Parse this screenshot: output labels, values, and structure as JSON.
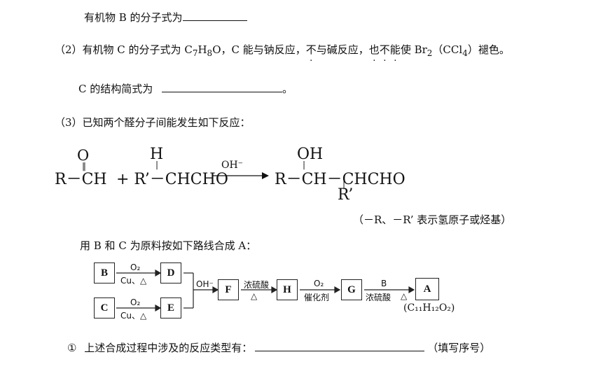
{
  "q1": {
    "text": "有机物 B 的分子式为"
  },
  "q2": {
    "prefix": "（2）有机物 C 的分子式为 C",
    "sub1": "7",
    "mid1": "H",
    "sub2": "8",
    "mid2": "O，C 能与钠反应，",
    "not1": "不",
    "mid3": "与碱反应，",
    "also": "也",
    "not2": "不",
    "can": "能",
    "mid4": "使 Br",
    "sub3": "2",
    "suffix": "（CCl",
    "sub4": "4",
    "end": "）褪色。"
  },
  "q2b": {
    "text": "C 的结构简式为",
    "end": "。"
  },
  "q3": {
    "text": "（3）已知两个醛分子间能发生如下反应："
  },
  "reaction": {
    "o_top": "O",
    "r1": "R－CH",
    "plus": "+ R’－CHCHO",
    "h_top": "H",
    "catalyst": "OH⁻",
    "oh_top": "OH",
    "product": "R－CH－CHCHO",
    "r_prime": "R’"
  },
  "note": {
    "text": "（－R、－R’ 表示氢原子或烃基）"
  },
  "route_intro": {
    "text": "用 B 和 C 为原料按如下路线合成 A："
  },
  "flow": {
    "B": "B",
    "C": "C",
    "D": "D",
    "E": "E",
    "F": "F",
    "H": "H",
    "G": "G",
    "A": "A",
    "o2_1": "O₂",
    "cu_1": "Cu、△",
    "o2_2": "O₂",
    "cu_2": "Cu、△",
    "oh": "OH⁻",
    "h2so4_1": "浓硫酸",
    "delta_1": "△",
    "o2_3": "O₂",
    "catalyst": "催化剂",
    "b_label": "B",
    "h2so4_2": "浓硫酸",
    "delta_2": "△",
    "formula": "(C₁₁H₁₂O₂)"
  },
  "q_last": {
    "num": "①",
    "text": "上述合成过程中涉及的反应类型有：",
    "hint": "（填写序号）"
  }
}
